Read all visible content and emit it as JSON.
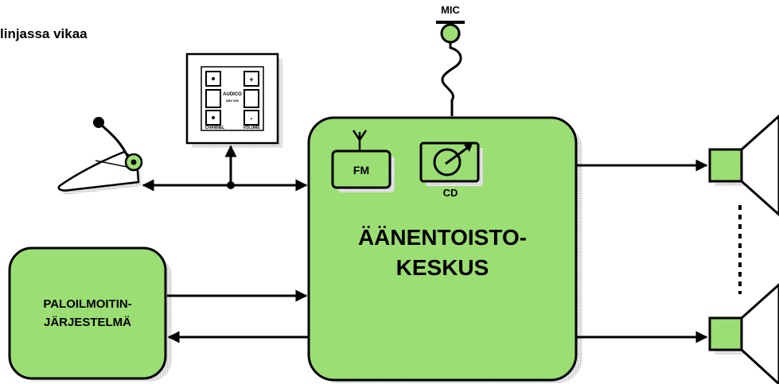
{
  "title": "linjassa vikaa",
  "mic_label": "MIC",
  "fm_label": "FM",
  "cd_label": "CD",
  "center_line1": "ÄÄNENTOISTO-",
  "center_line2": "KESKUS",
  "fire_line1": "PALOILMOITIN-",
  "fire_line2": "JÄRJESTELMÄ",
  "panel": {
    "brand": "AUDICO",
    "model": "ABV 800",
    "channel_label": "CHANNEL",
    "volume_label": "VOLUME",
    "plus": "+",
    "minus": "-"
  },
  "colors": {
    "box_fill": "#9bde74",
    "stroke": "#000000",
    "shadow": "#bdbdbd"
  },
  "icons": [
    "fm-radio-icon",
    "cd-player-icon",
    "microphone-icon",
    "desk-microphone-icon",
    "speaker-icon",
    "wall-control-panel-icon"
  ]
}
